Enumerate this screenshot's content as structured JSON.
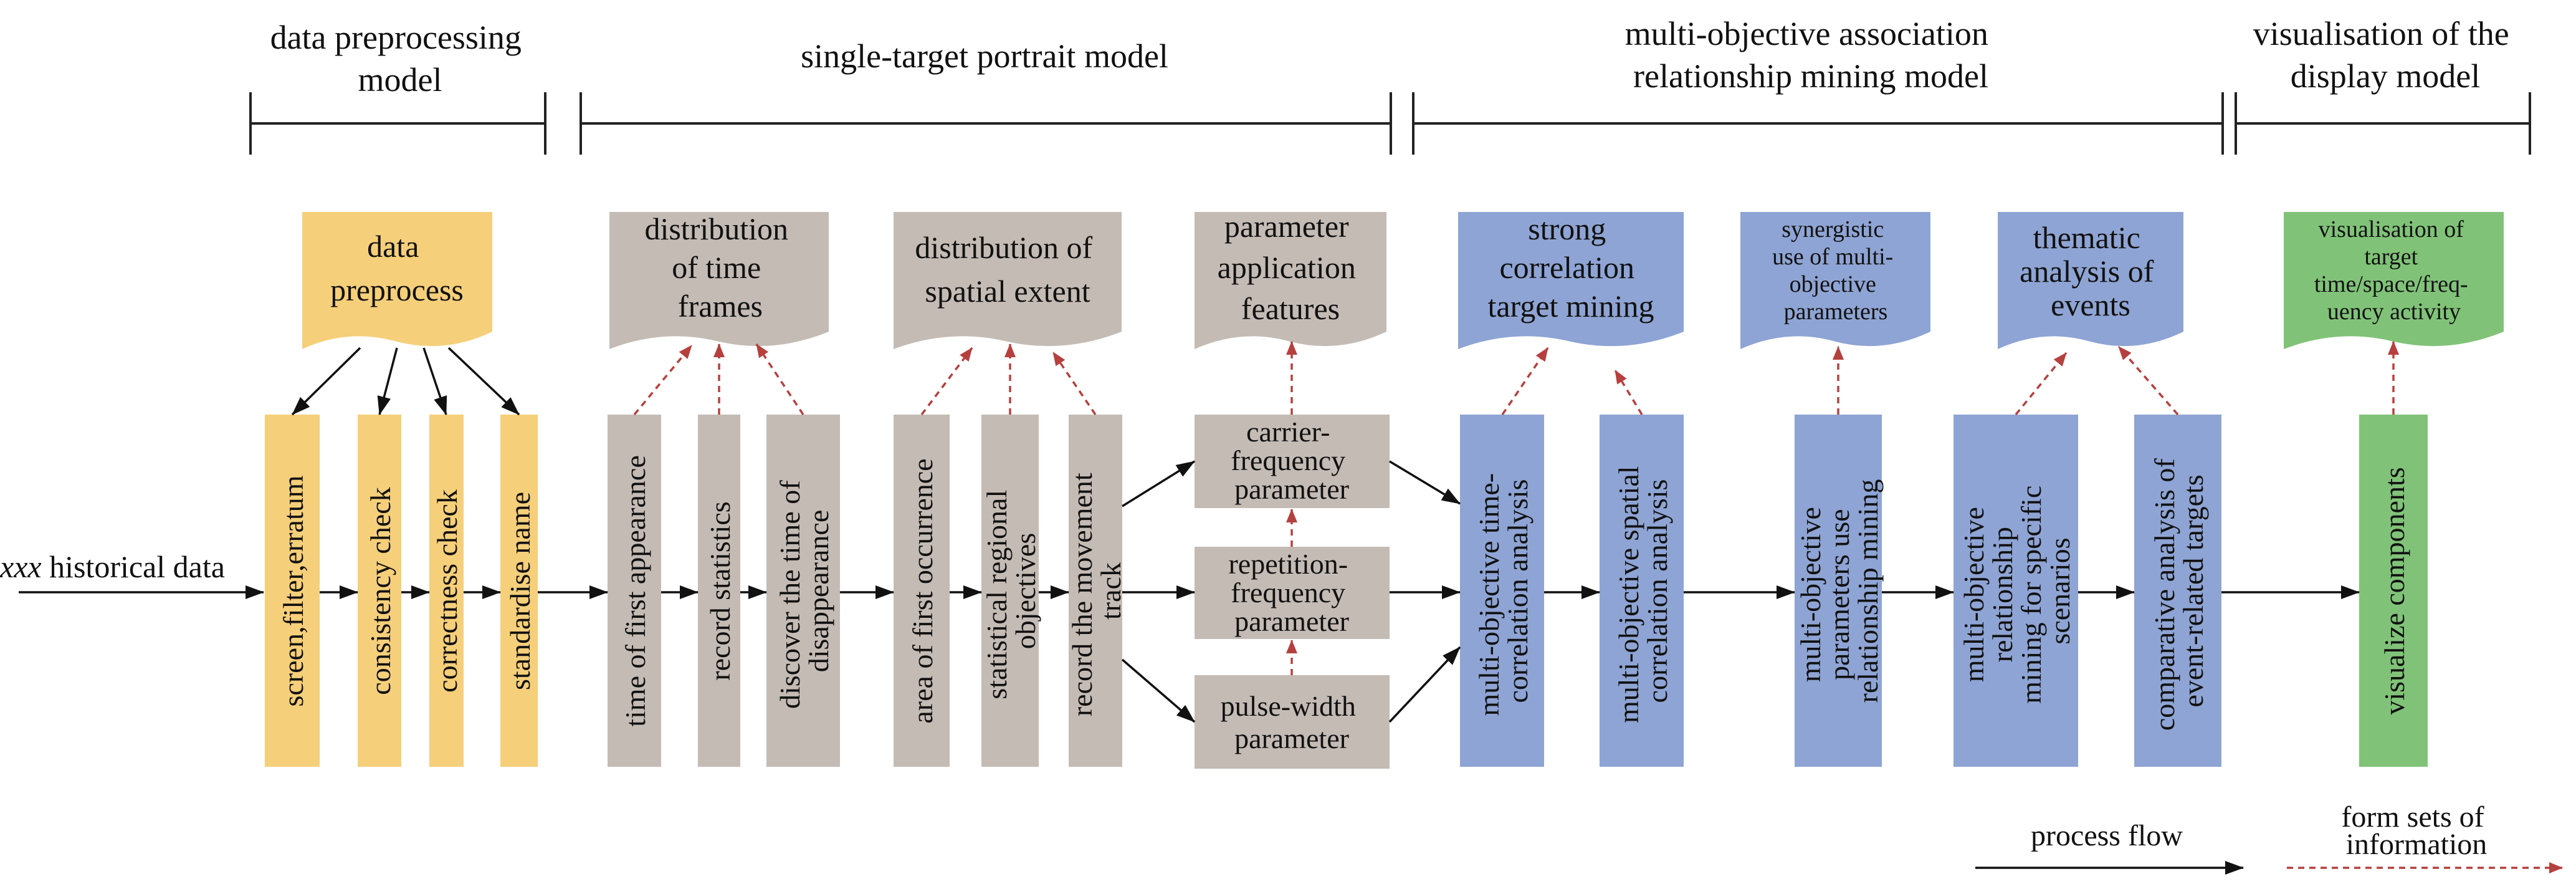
{
  "colors": {
    "orange": "#f6cf7a",
    "gray": "#c4bbb5",
    "blue": "#8ea4d4",
    "green": "#80c378",
    "flow": "#111111",
    "info": "#b6403e"
  },
  "headers": [
    {
      "lines": [
        "data preprocessing",
        "model"
      ]
    },
    {
      "lines": [
        "single-target portrait model"
      ]
    },
    {
      "lines": [
        "multi-objective association",
        "relationship mining model"
      ]
    },
    {
      "lines": [
        "visualisation of the",
        "display model"
      ]
    }
  ],
  "input": {
    "italic": "xxx",
    "text": " historical data"
  },
  "docs": [
    {
      "lines": [
        "data",
        "preprocess"
      ]
    },
    {
      "lines": [
        "distribution",
        "of time",
        "frames"
      ]
    },
    {
      "lines": [
        "distribution of",
        "spatial extent"
      ]
    },
    {
      "lines": [
        "parameter",
        "application",
        "features"
      ]
    },
    {
      "lines": [
        "strong",
        "correlation",
        "target mining"
      ]
    },
    {
      "lines": [
        "synergistic",
        "use of multi-",
        "objective",
        "parameters"
      ]
    },
    {
      "lines": [
        "thematic",
        "analysis of",
        "events"
      ]
    },
    {
      "lines": [
        "visualisation of",
        "target",
        "time/space/freq-",
        "uency activity"
      ]
    }
  ],
  "processes": [
    {
      "lines": [
        "screen,filter,erratum"
      ]
    },
    {
      "lines": [
        "consistency check"
      ]
    },
    {
      "lines": [
        "correctness check"
      ]
    },
    {
      "lines": [
        "standardise name"
      ]
    },
    {
      "lines": [
        "time of first appearance"
      ]
    },
    {
      "lines": [
        "record statistics"
      ]
    },
    {
      "lines": [
        "discover the time of",
        "disappearance"
      ]
    },
    {
      "lines": [
        "area of first occurrence"
      ]
    },
    {
      "lines": [
        "statistical regional",
        "objectives"
      ]
    },
    {
      "lines": [
        "record the movement",
        "track"
      ]
    },
    {
      "lines": [
        "multi-objective time-",
        "correlation analysis"
      ]
    },
    {
      "lines": [
        "multi-objective spatial",
        "correlation analysis"
      ]
    },
    {
      "lines": [
        "multi-objective",
        "parameters use",
        "relationship mining"
      ]
    },
    {
      "lines": [
        "multi-objective",
        "relationship",
        "mining for specific",
        "scenarios"
      ]
    },
    {
      "lines": [
        "comparative analysis of",
        "event-related targets"
      ]
    },
    {
      "lines": [
        "visualize components"
      ]
    }
  ],
  "params": [
    {
      "lines": [
        "carrier-",
        "frequency",
        "parameter"
      ]
    },
    {
      "lines": [
        "repetition-",
        "frequency",
        "parameter"
      ]
    },
    {
      "lines": [
        "pulse-width",
        "parameter"
      ]
    }
  ],
  "legend": {
    "flow_label": "process flow",
    "info_lines": [
      "form sets of",
      "information"
    ]
  }
}
